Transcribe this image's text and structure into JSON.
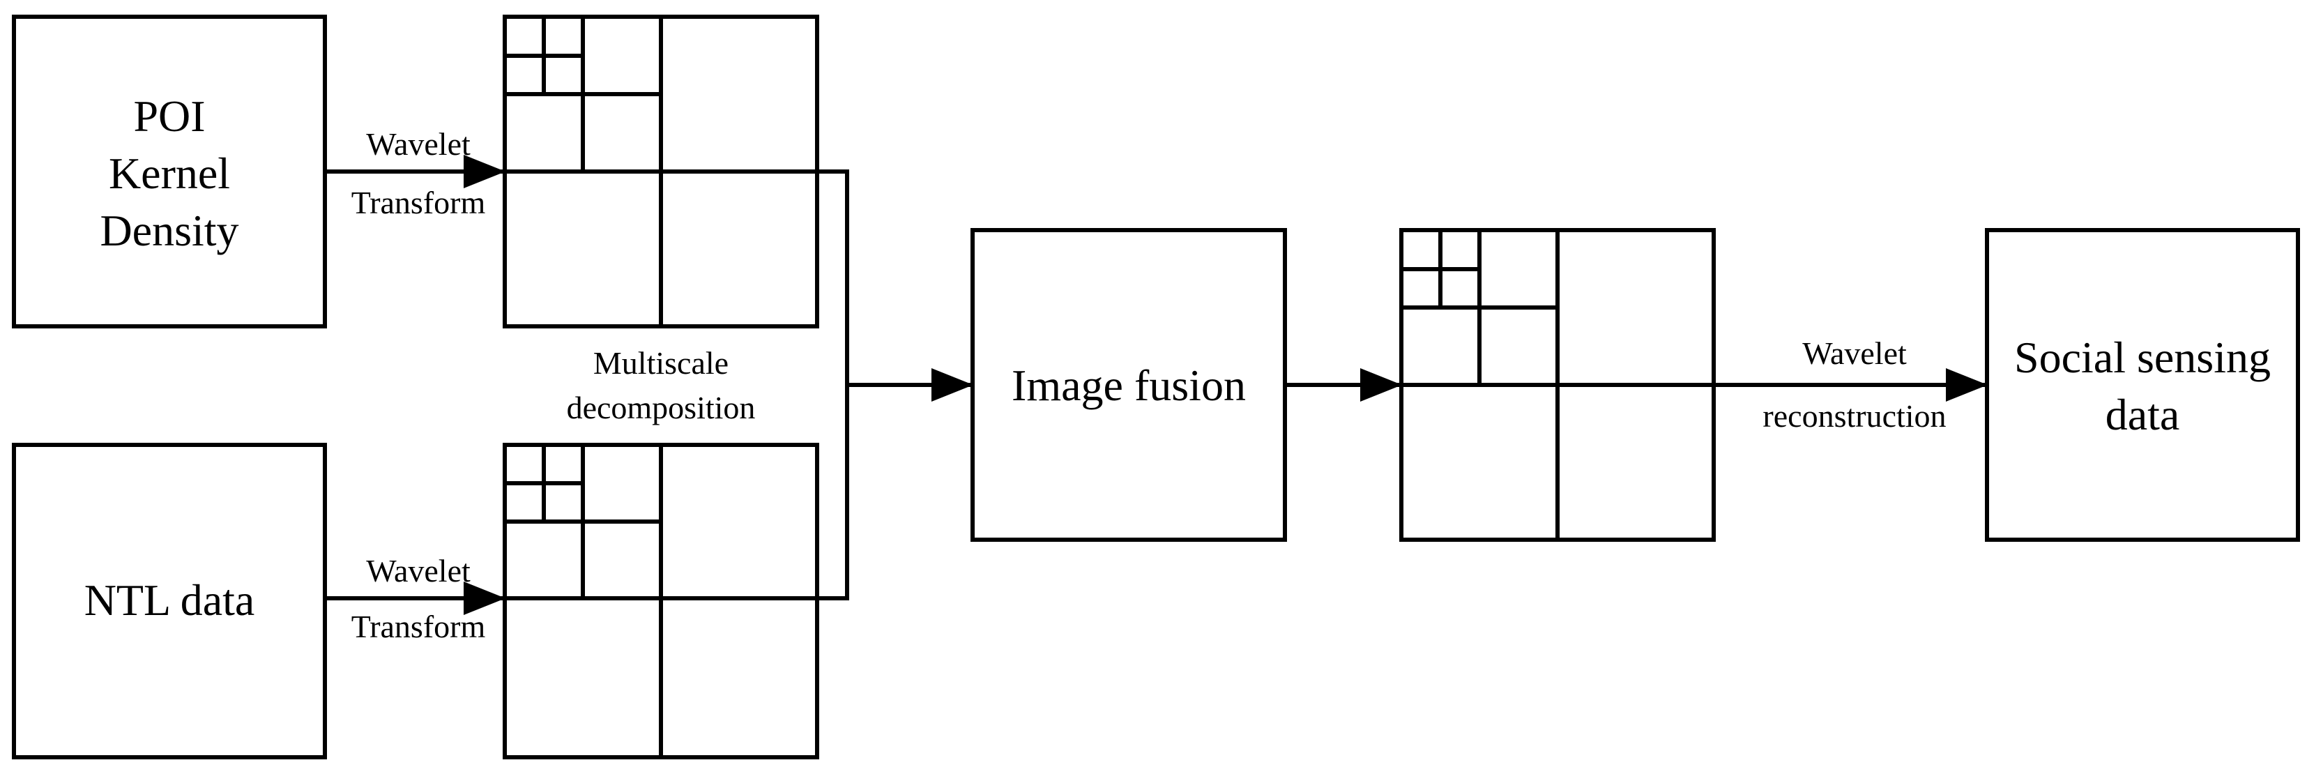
{
  "boxes": {
    "poi": {
      "lines": [
        "POI",
        "Kernel",
        "Density"
      ]
    },
    "ntl": {
      "label": "NTL data"
    },
    "fusion": {
      "label": "Image fusion"
    },
    "output": {
      "lines": [
        "Social sensing",
        "data"
      ]
    }
  },
  "arrows": {
    "top_transform": [
      "Wavelet",
      "Transform"
    ],
    "bottom_transform": [
      "Wavelet",
      "Transform"
    ],
    "reconstruction": [
      "Wavelet",
      "reconstruction"
    ]
  },
  "decomposition_label": [
    "Multiscale",
    "decomposition"
  ]
}
